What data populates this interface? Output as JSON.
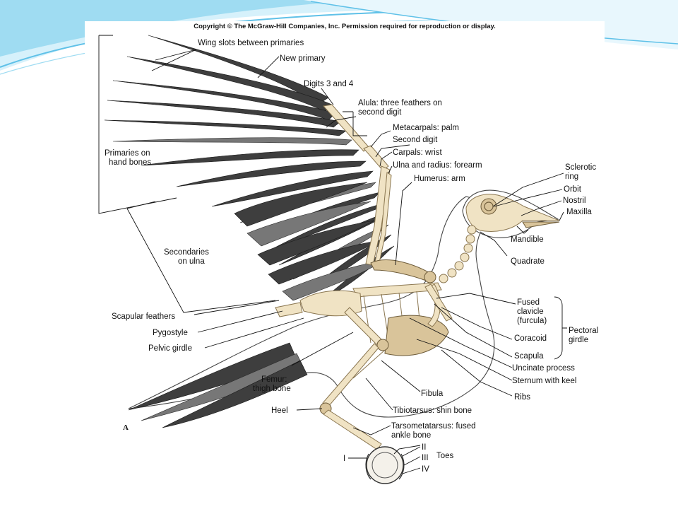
{
  "slide": {
    "accent_colors": [
      "#5fc1e8",
      "#9fdcf2",
      "#d6f1fb"
    ]
  },
  "figure": {
    "copyright": "Copyright © The McGraw-Hill Companies, Inc. Permission required for reproduction or display.",
    "panel_letter": "A"
  },
  "labels": {
    "wing_slots": "Wing slots between primaries",
    "new_primary": "New primary",
    "digits_3_4": "Digits 3 and 4",
    "alula_1": "Alula: three feathers on",
    "alula_2": "second digit",
    "metacarpals": "Metacarpals: palm",
    "second_digit": "Second digit",
    "carpals": "Carpals: wrist",
    "ulna_radius": "Ulna and radius: forearm",
    "humerus": "Humerus:  arm",
    "primaries_1": "Primaries on",
    "primaries_2": "hand bones",
    "secondaries_1": "Secondaries",
    "secondaries_2": "on ulna",
    "sclerotic_1": "Sclerotic",
    "sclerotic_2": "ring",
    "orbit": "Orbit",
    "nostril": "Nostril",
    "maxilla": "Maxilla",
    "mandible": "Mandible",
    "quadrate": "Quadrate",
    "fused_clavicle_1": "Fused",
    "fused_clavicle_2": "clavicle",
    "fused_clavicle_3": "(furcula)",
    "coracoid": "Coracoid",
    "scapula": "Scapula",
    "pectoral_1": "Pectoral",
    "pectoral_2": "girdle",
    "uncinate": "Uncinate process",
    "sternum": "Sternum with keel",
    "ribs": "Ribs",
    "scapular_feathers": "Scapular feathers",
    "pygostyle": "Pygostyle",
    "pelvic_girdle": "Pelvic girdle",
    "femur_1": "Femur:",
    "femur_2": "thigh bone",
    "fibula": "Fibula",
    "tibiotarsus": "Tibiotarsus: shin bone",
    "heel": "Heel",
    "tarsometatarsus_1": "Tarsometatarsus: fused",
    "tarsometatarsus_2": "ankle bone",
    "toe_i": "I",
    "toe_ii": "II",
    "toe_iii": "III",
    "toe_iv": "IV",
    "toes": "Toes"
  }
}
